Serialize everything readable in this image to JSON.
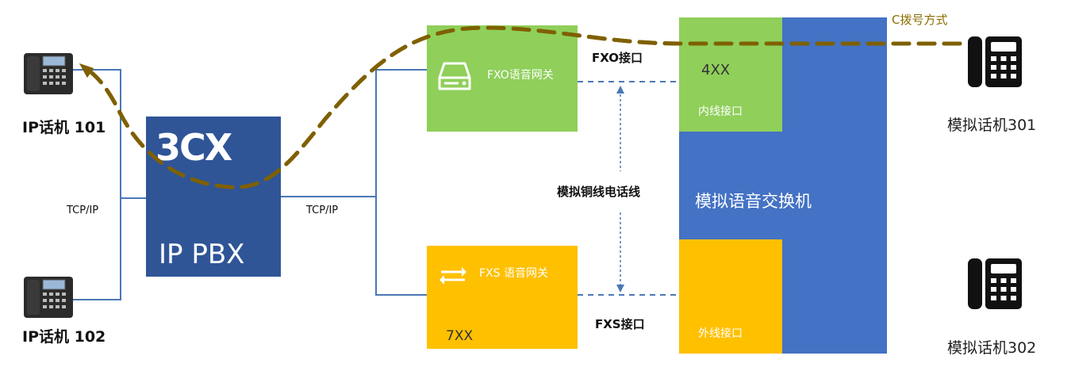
{
  "colors": {
    "line": "#4a78b5",
    "pbx": "#2f5597",
    "switch_blue": "#4472c4",
    "green": "#8fcf5a",
    "yellow": "#ffc000",
    "dashed_route": "#7f6000",
    "dashed_link": "#4a78b5"
  },
  "icons": {
    "ip_phone": "desk-ip-phone-icon",
    "analog_phone": "analog-phone-icon",
    "fxo": "drive-icon",
    "fxs": "swap-arrows-icon",
    "up_down_arrow": "double-arrow-vertical-icon"
  },
  "phones": {
    "ip101": "IP话机 101",
    "ip102": "IP话机 102",
    "analog301": "模拟话机301",
    "analog302": "模拟话机302"
  },
  "links": {
    "tcpip_left": "TCP/IP",
    "tcpip_right": "TCP/IP",
    "fxo_port": "FXO接口",
    "fxs_port": "FXS接口",
    "copper_line": "模拟铜线电话线",
    "dial_method": "C拨号方式"
  },
  "pbx": {
    "logo": "3CX",
    "title": "IP PBX"
  },
  "fxo_gateway": {
    "label": "FXO语音网关"
  },
  "fxs_gateway": {
    "label": "FXS 语音网关",
    "ext": "7XX"
  },
  "switch": {
    "title": "模拟语音交换机",
    "inner_ext": "4XX",
    "inner_label": "内线接口",
    "outer_label": "外线接口"
  }
}
